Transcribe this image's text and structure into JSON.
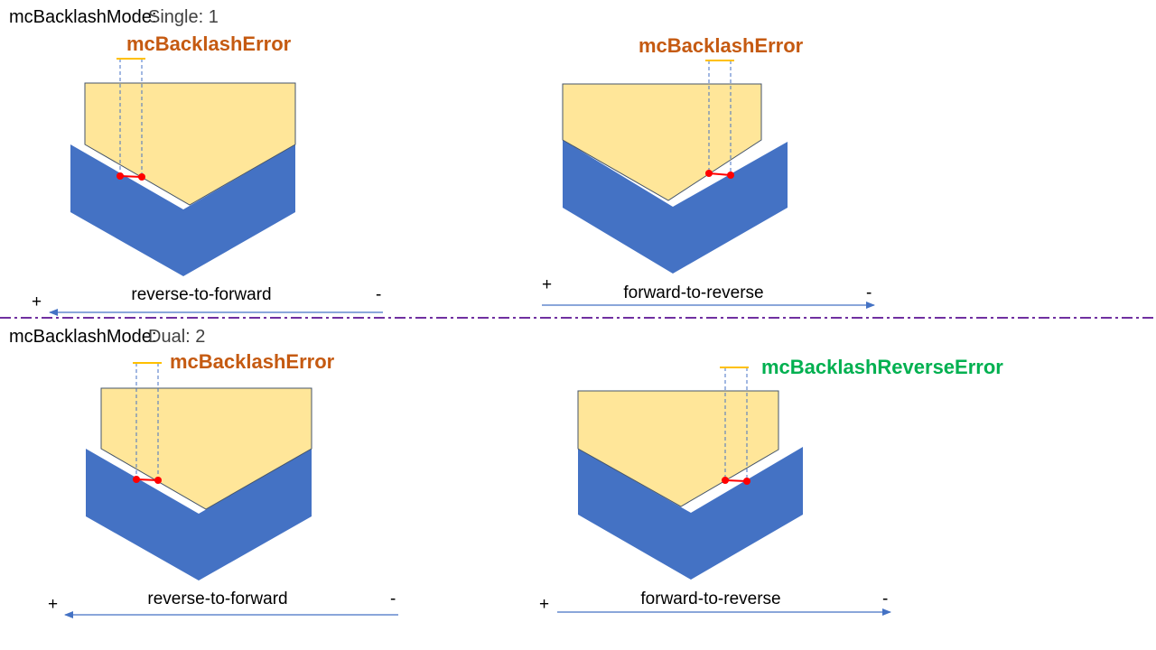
{
  "colors": {
    "error_label": "#C55A11",
    "reverse_error_label": "#00B050",
    "divider": "#7030A0",
    "gear_blue": "#4472C4",
    "gear_yellow": "#FFE699"
  },
  "sections": [
    {
      "mode_label": "mcBacklashMode:",
      "mode_value": "Single: 1",
      "diagrams": [
        {
          "error_label": "mcBacklashError",
          "direction": "reverse-to-forward",
          "plus": "+",
          "minus": "-"
        },
        {
          "error_label": "mcBacklashError",
          "direction": "forward-to-reverse",
          "plus": "+",
          "minus": "-"
        }
      ]
    },
    {
      "mode_label": "mcBacklashMode:",
      "mode_value": "Dual: 2",
      "diagrams": [
        {
          "error_label": "mcBacklashError",
          "direction": "reverse-to-forward",
          "plus": "+",
          "minus": "-"
        },
        {
          "error_label": "mcBacklashReverseError",
          "direction": "forward-to-reverse",
          "plus": "+",
          "minus": "-"
        }
      ]
    }
  ]
}
